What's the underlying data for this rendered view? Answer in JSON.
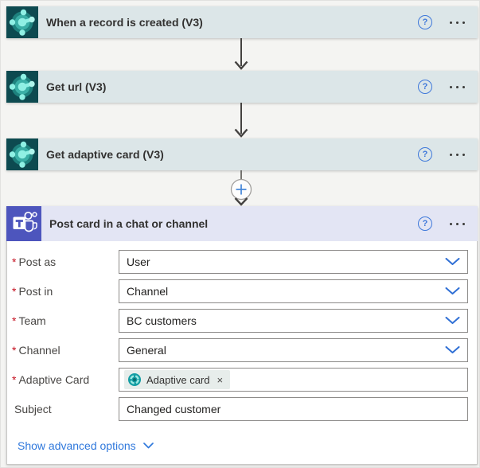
{
  "steps": [
    {
      "title": "When a record is created (V3)",
      "connector": "business-central"
    },
    {
      "title": "Get url (V3)",
      "connector": "business-central"
    },
    {
      "title": "Get adaptive card (V3)",
      "connector": "business-central"
    },
    {
      "title": "Post card in a chat or channel",
      "connector": "teams"
    }
  ],
  "header_controls": {
    "help": "?",
    "menu_icon": "ellipsis"
  },
  "insert_step": {
    "plus": "+"
  },
  "form": {
    "required_marker": "*",
    "fields": [
      {
        "label": "Post as",
        "required": true,
        "type": "dropdown",
        "value": "User"
      },
      {
        "label": "Post in",
        "required": true,
        "type": "dropdown",
        "value": "Channel"
      },
      {
        "label": "Team",
        "required": true,
        "type": "dropdown",
        "value": "BC customers"
      },
      {
        "label": "Channel",
        "required": true,
        "type": "dropdown",
        "value": "General"
      },
      {
        "label": "Adaptive Card",
        "required": true,
        "type": "token",
        "token": {
          "label": "Adaptive card",
          "remove": "×"
        }
      },
      {
        "label": "Subject",
        "required": false,
        "type": "text",
        "value": "Changed customer"
      }
    ],
    "advanced_link": "Show advanced options"
  },
  "colors": {
    "bc_tile": "#0D4A50",
    "bc_header": "#DCE6E8",
    "teams_tile": "#4D55BD",
    "teams_header": "#E3E5F4",
    "accent_blue": "#3E78DA",
    "link_blue": "#2F78DC",
    "required_red": "#C50F1F",
    "input_border": "#8C8A88",
    "chip_bg": "#E7EDEB",
    "canvas_bg": "#F4F4F2",
    "arrow_gray": "#444240"
  }
}
